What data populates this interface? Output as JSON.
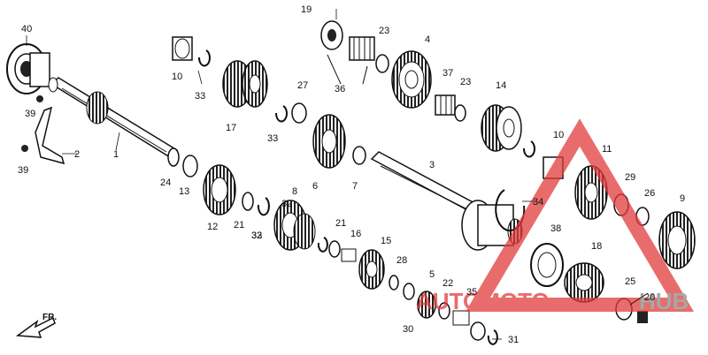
{
  "diagram": {
    "front_label": "FR.",
    "watermark": {
      "text_left": "AUTOMOTO",
      "text_right": "HUB",
      "color": "#e23b3b"
    },
    "part_labels": [
      "40",
      "10",
      "33",
      "17",
      "19",
      "36",
      "23",
      "4",
      "37",
      "23",
      "14",
      "27",
      "33",
      "39",
      "39",
      "2",
      "1",
      "6",
      "33",
      "24",
      "13",
      "12",
      "21",
      "32",
      "32",
      "21",
      "8",
      "16",
      "15",
      "7",
      "3",
      "10",
      "11",
      "29",
      "26",
      "9",
      "34",
      "38",
      "18",
      "28",
      "5",
      "22",
      "35",
      "25",
      "20",
      "30",
      "31"
    ]
  }
}
